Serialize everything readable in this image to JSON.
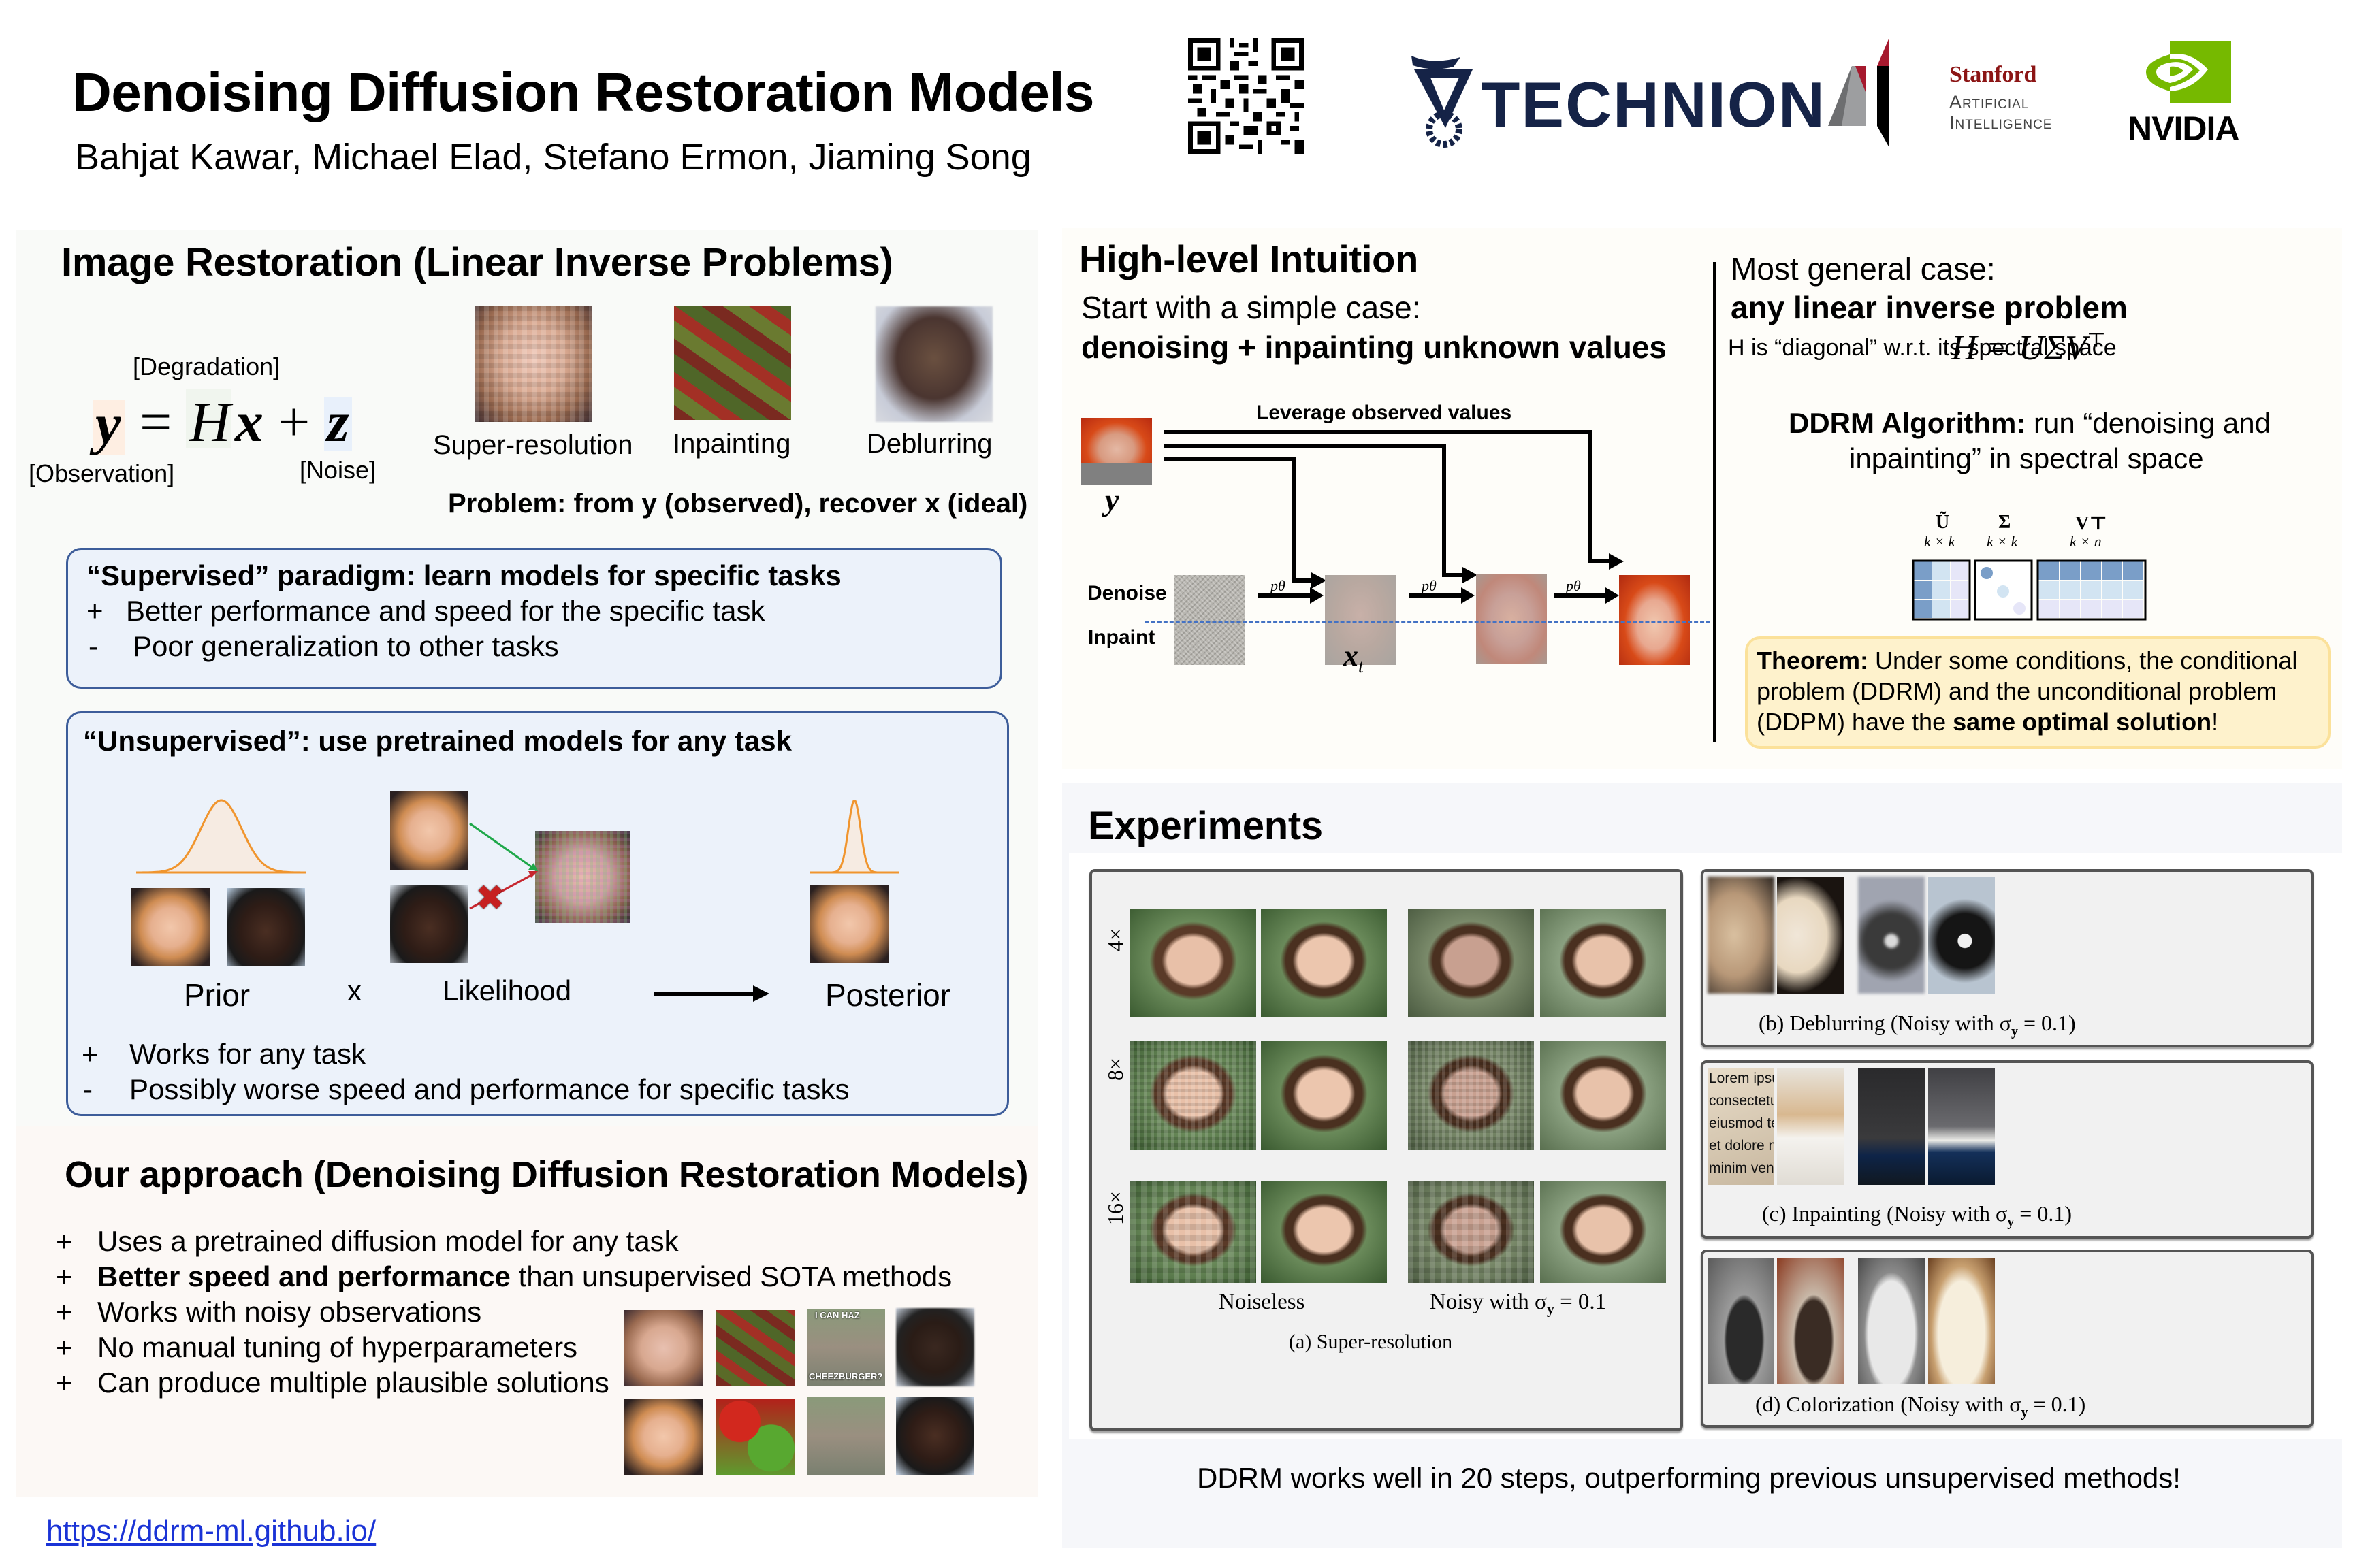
{
  "header": {
    "title": "Denoising Diffusion Restoration Models",
    "authors": "Bahjat Kawar, Michael Elad, Stefano Ermon, Jiaming Song",
    "logos": {
      "qr": "qr-code",
      "technion": "TECHNION",
      "stanford_line1": "Stanford",
      "stanford_line2": "Artificial",
      "stanford_line3": "Intelligence",
      "nvidia": "NVIDIA"
    }
  },
  "restoration": {
    "heading": "Image Restoration (Linear Inverse Problems)",
    "equation": {
      "y": "y",
      "eq": "=",
      "H": "H",
      "x": "x",
      "plus": "+",
      "z": "z",
      "label_degradation": "[Degradation]",
      "label_observation": "[Observation]",
      "label_noise": "[Noise]",
      "colors": {
        "observation": "#feeee2",
        "degradation": "#f0f5ee",
        "noise": "#e8f0fb"
      }
    },
    "examples": [
      {
        "label": "Super-resolution"
      },
      {
        "label": "Inpainting"
      },
      {
        "label": "Deblurring"
      }
    ],
    "problem": "Problem: from y (observed), recover x (ideal)",
    "supervised": {
      "title": "“Supervised” paradigm: learn models for specific tasks",
      "items": [
        {
          "sign": "+",
          "text": "Better performance and speed for the specific task"
        },
        {
          "sign": "-",
          "text": "Poor generalization to other tasks"
        }
      ]
    },
    "unsupervised": {
      "title": "“Unsupervised”: use pretrained models for any task",
      "prior_label": "Prior",
      "times": "x",
      "likelihood_label": "Likelihood",
      "posterior_label": "Posterior",
      "items": [
        {
          "sign": "+",
          "text": "Works for any task"
        },
        {
          "sign": "-",
          "text": "Possibly worse speed and performance for specific tasks"
        }
      ]
    }
  },
  "approach": {
    "heading": "Our approach (Denoising Diffusion Restoration Models)",
    "items": [
      {
        "sign": "+",
        "bold": "",
        "text": "Uses a pretrained diffusion model for any task"
      },
      {
        "sign": "+",
        "bold": "Better speed and performance",
        "text": " than unsupervised SOTA methods"
      },
      {
        "sign": "+",
        "bold": "",
        "text": "Works with noisy observations"
      },
      {
        "sign": "+",
        "bold": "",
        "text": "No manual tuning of hyperparameters"
      },
      {
        "sign": "+",
        "bold": "",
        "text": "Can produce multiple plausible solutions"
      }
    ],
    "meme_top": "I CAN HAZ",
    "meme_bottom": "CHEEZBURGER?"
  },
  "link": "https://ddrm-ml.github.io/",
  "intuition": {
    "heading": "High-level Intuition",
    "line1": "Start with a simple case:",
    "line2": "denoising + inpainting unknown values",
    "diagram": {
      "leverage": "Leverage observed values",
      "y_label": "y",
      "denoise": "Denoise",
      "inpaint": "Inpaint",
      "p_theta": "pθ",
      "xt_label": "x",
      "xt_sub": "t"
    },
    "general": {
      "line1": "Most general case:",
      "line2": "any linear inverse problem",
      "line3": "H is “diagonal” w.r.t. its spectral space",
      "formula": "H = UΣV",
      "formula_sup": "⊤",
      "algo_bold": "DDRM Algorithm:",
      "algo_text1": " run “denoising and",
      "algo_text2": "inpainting” in spectral space",
      "matrices": [
        {
          "name": "Ũ",
          "dims": "k × k"
        },
        {
          "name": "Σ",
          "dims": "k × k"
        },
        {
          "name": "V⊤",
          "dims": "k × n"
        }
      ],
      "theorem_bold": "Theorem:",
      "theorem_l1": " Under some conditions, the conditional",
      "theorem_l2": "problem (DDRM) and the unconditional problem",
      "theorem_l3a": "(DDPM) have the ",
      "theorem_l3b": "same optimal solution",
      "theorem_l3c": "!"
    }
  },
  "experiments": {
    "heading": "Experiments",
    "sr": {
      "row_labels": [
        "4×",
        "8×",
        "16×"
      ],
      "col_noiseless": "Noiseless",
      "col_noisy": "Noisy with σ",
      "col_noisy_sub": "y",
      "col_noisy_val": " = 0.1",
      "caption": "(a) Super-resolution"
    },
    "deblur_caption": "(b) Deblurring (Noisy with σ",
    "inpaint_caption": "(c) Inpainting (Noisy with σ",
    "color_caption": "(d) Colorization (Noisy with σ",
    "caption_sub": "y",
    "caption_tail": " = 0.1)",
    "lorem": [
      "Lorem ipsum d",
      "consectetur ad",
      "eiusmod temp",
      "et dolore magr",
      "minim veniam,"
    ],
    "footer": "DDRM works well in 20 steps, outperforming previous unsupervised methods!"
  }
}
